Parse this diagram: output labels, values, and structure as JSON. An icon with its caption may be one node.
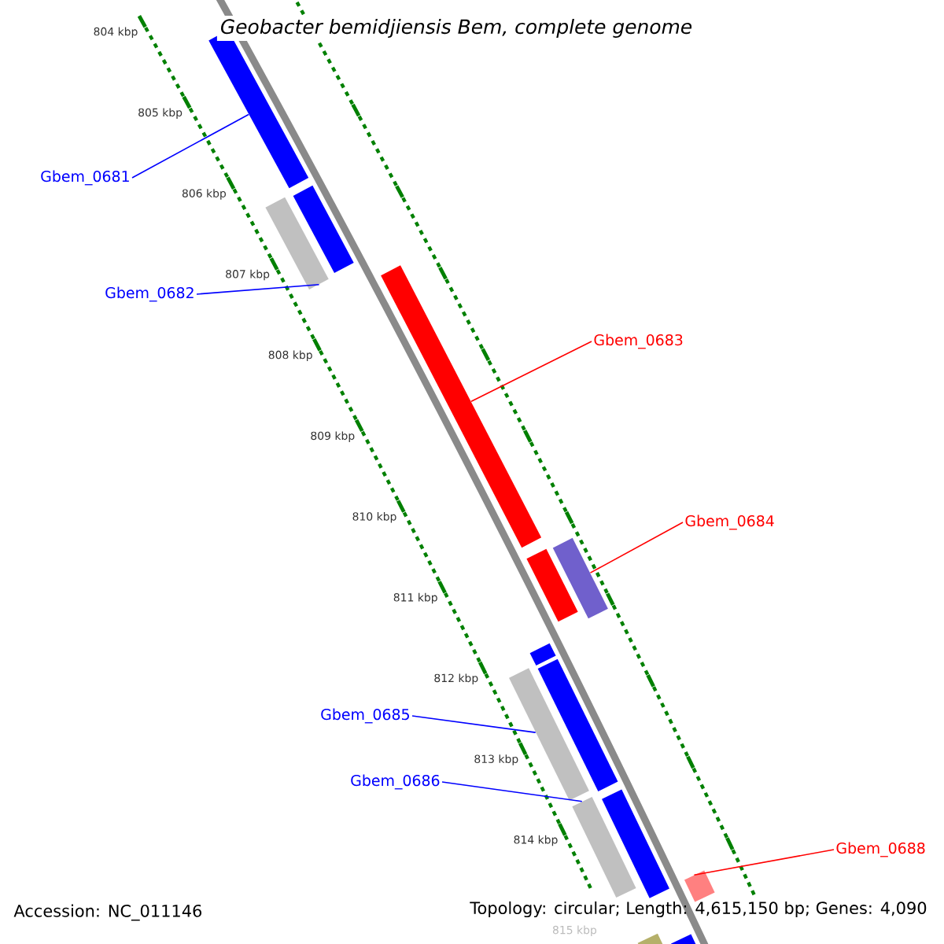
{
  "diagram": {
    "title": "Geobacter bemidjiensis Bem, complete genome",
    "nodes": [
      {
        "text": [
          "Gbem_0681"
        ]
      },
      {
        "text": [],
        "shape": "bar"
      },
      {
        "text": [],
        "shape": "bar"
      },
      {
        "text": [
          "Gbem_0682"
        ]
      },
      {
        "text": [],
        "shape": "bar"
      },
      {
        "text": [
          "Gbem_0683"
        ]
      },
      {
        "text": [],
        "shape": "bar"
      },
      {
        "text": [],
        "shape": "bar"
      },
      {
        "text": [
          "Gbem_0684"
        ]
      },
      {
        "text": [],
        "shape": "bar"
      },
      {
        "text": [],
        "shape": "bar"
      },
      {
        "text": [
          "Gbem_0685"
        ]
      },
      {
        "text": [],
        "shape": "bar"
      },
      {
        "text": [],
        "shape": "bar"
      },
      {
        "text": [
          "Gbem_0686"
        ]
      },
      {
        "text": [],
        "shape": "bar"
      },
      {
        "text": [],
        "shape": "bar"
      },
      {
        "text": [
          "Gbem_0688"
        ]
      },
      {
        "text": [],
        "shape": "bar"
      },
      {
        "text": [],
        "shape": "bar"
      },
      {
        "text": [],
        "shape": "bar"
      }
    ],
    "edges": [
      {
        "from": 0,
        "to": 1,
        "arrow": "none"
      },
      {
        "from": 3,
        "to": 4,
        "arrow": "none"
      },
      {
        "from": 5,
        "to": 6,
        "arrow": "none",
        "color": "#ff0000"
      },
      {
        "from": 8,
        "to": 9,
        "arrow": "none",
        "color": "#ff0000"
      },
      {
        "from": 11,
        "to": 12,
        "arrow": "none"
      },
      {
        "from": 14,
        "to": 15,
        "arrow": "none"
      },
      {
        "from": 17,
        "to": 18,
        "arrow": "none",
        "color": "#ff0000"
      }
    ],
    "labels": [
      "804 kbp",
      "805 kbp",
      "806 kbp",
      "807 kbp",
      "808 kbp",
      "809 kbp",
      "810 kbp",
      "811 kbp",
      "812 kbp",
      "813 kbp",
      "814 kbp",
      "815 kbp",
      "Accession: NC_011146",
      "Topology: circular; Length: 4,615,150 bp; Genes: 4,090"
    ]
  }
}
